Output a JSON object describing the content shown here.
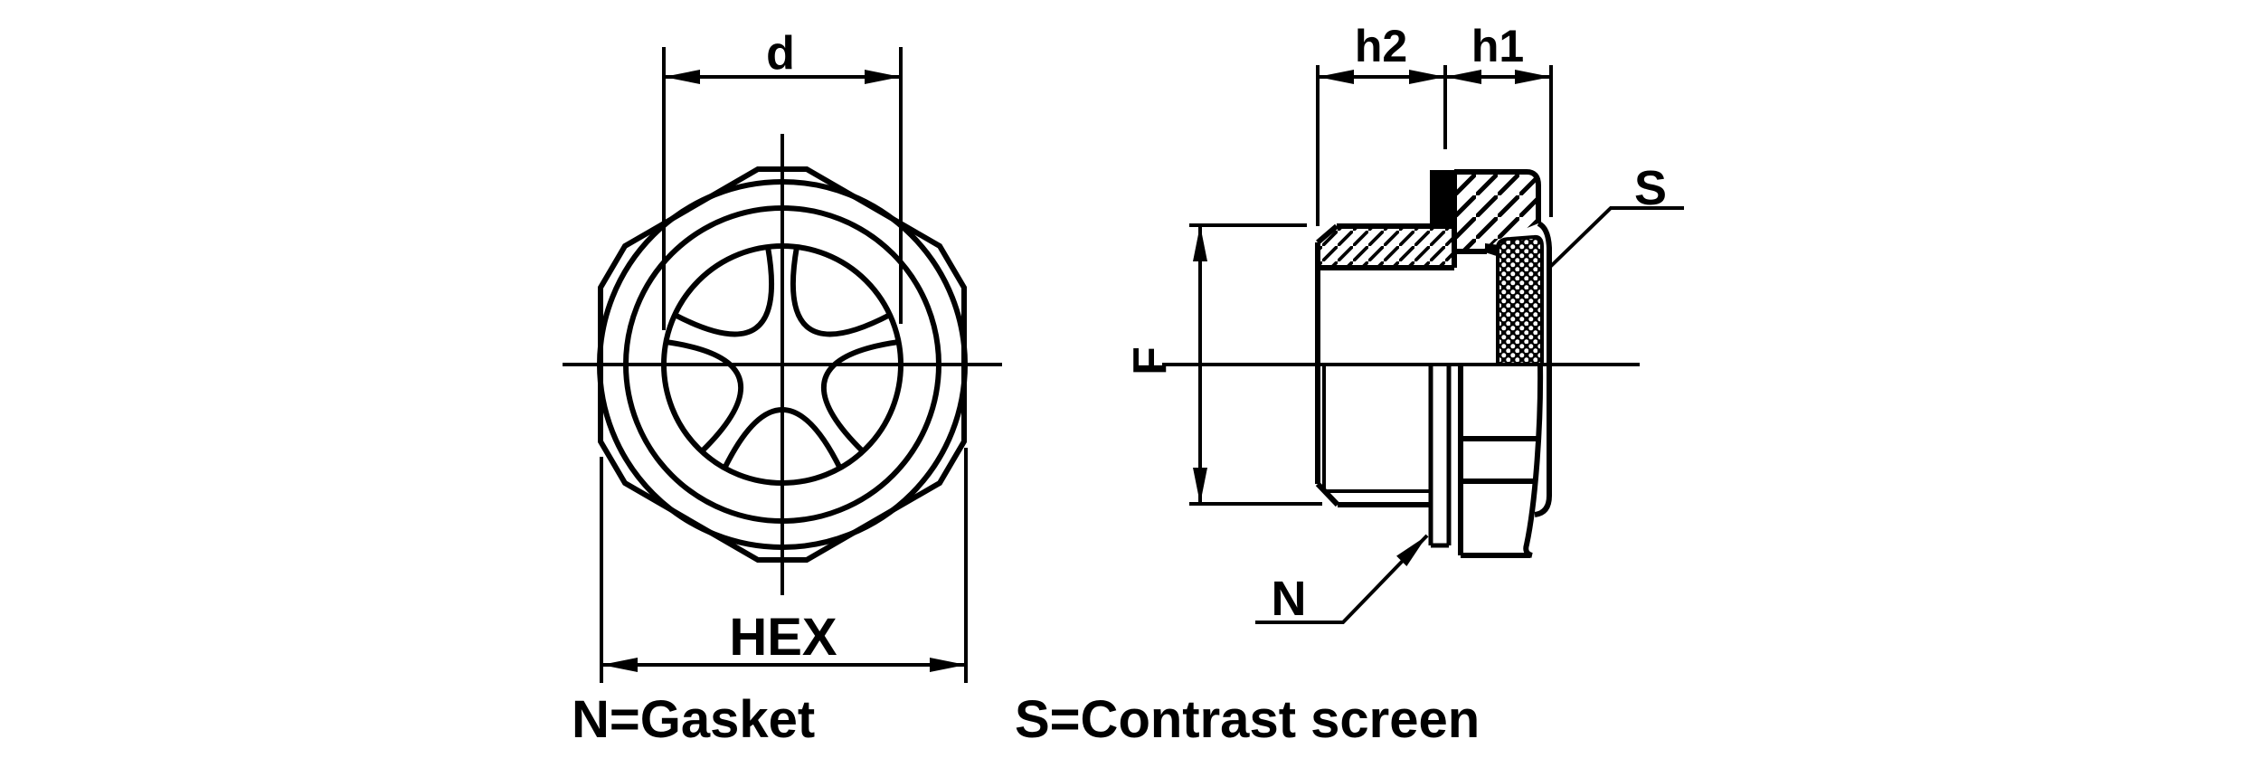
{
  "drawing": {
    "labels": {
      "d": "d",
      "hex": "HEX",
      "h2": "h2",
      "h1": "h1",
      "f": "F",
      "s": "S",
      "n": "N"
    },
    "legend": {
      "n": "N=Gasket",
      "s": "S=Contrast screen"
    },
    "colors": {
      "line": "#000000",
      "background": "#ffffff"
    }
  }
}
